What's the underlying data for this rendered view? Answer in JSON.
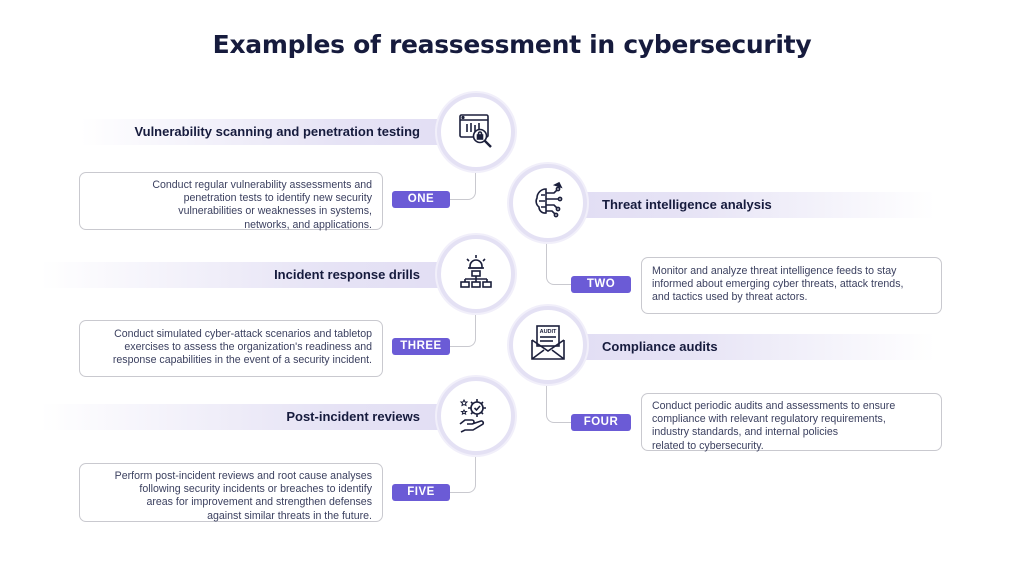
{
  "title": "Examples of reassessment in cybersecurity",
  "items": [
    {
      "heading": "Vulnerability scanning and penetration testing",
      "badge": "ONE",
      "icon": "vulnerability-scan-icon",
      "description": [
        "Conduct regular vulnerability assessments and",
        "penetration tests to identify new security",
        "vulnerabilities or weaknesses in systems,",
        "networks, and applications."
      ]
    },
    {
      "heading": "Threat intelligence analysis",
      "badge": "TWO",
      "icon": "brain-circuit-icon",
      "description": [
        "Monitor and analyze threat intelligence feeds to stay",
        "informed about emerging cyber threats, attack trends,",
        "and tactics used by threat actors."
      ]
    },
    {
      "heading": "Incident response drills",
      "badge": "THREE",
      "icon": "alarm-network-icon",
      "description": [
        "Conduct simulated cyber-attack scenarios and tabletop",
        "exercises to assess the organization's readiness and",
        "response capabilities in the event of a security incident."
      ]
    },
    {
      "heading": "Compliance audits",
      "badge": "FOUR",
      "icon": "audit-envelope-icon",
      "icon_text": "AUDIT",
      "description": [
        "Conduct periodic audits and assessments to ensure",
        "compliance with relevant regulatory requirements,",
        "industry standards, and internal policies",
        "related to cybersecurity."
      ]
    },
    {
      "heading": "Post-incident reviews",
      "badge": "FIVE",
      "icon": "hand-gear-icon",
      "description": [
        "Perform post-incident reviews and root cause analyses",
        "following security incidents or breaches to identify",
        "areas for improvement and strengthen defenses",
        "against similar threats in the future."
      ]
    }
  ],
  "colors": {
    "accent": "#6b5bd6",
    "title": "#161b3d",
    "band": "#e6e3f5",
    "border": "#c9c9cf"
  }
}
